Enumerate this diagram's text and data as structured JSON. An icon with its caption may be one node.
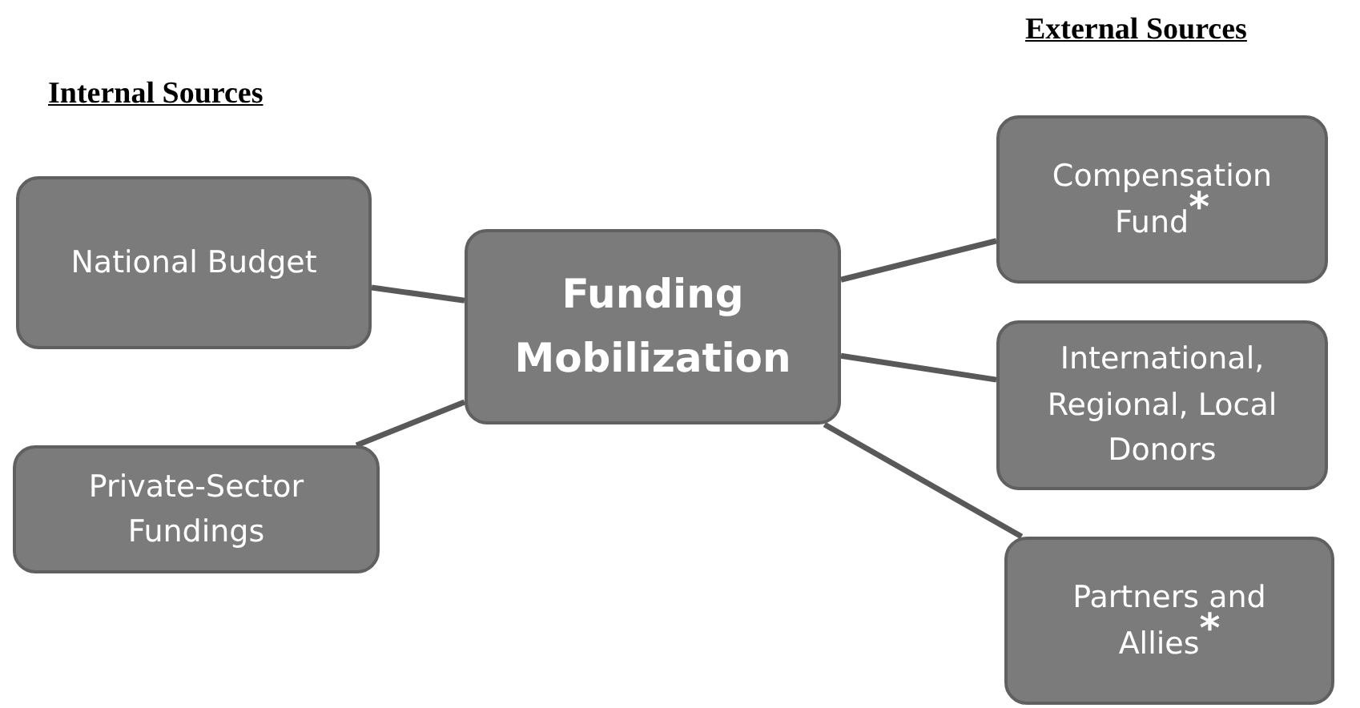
{
  "diagram": {
    "nodes": [
      {
        "text": [
          "National Budget"
        ]
      },
      {
        "text": [
          "Private-Sector Fundings"
        ]
      },
      {
        "text": [
          "Funding Mobilization"
        ]
      },
      {
        "text": [
          "Compensation Fund$^{*}$"
        ]
      },
      {
        "text": [
          "International, Regional, Local Donors"
        ]
      },
      {
        "text": [
          "Partners and Allies$^{*}$"
        ]
      }
    ],
    "edges": [
      {
        "from": 0,
        "to": 2,
        "arrow": "none"
      },
      {
        "from": 1,
        "to": 2,
        "arrow": "none"
      },
      {
        "from": 2,
        "to": 3,
        "arrow": "none"
      },
      {
        "from": 2,
        "to": 4,
        "arrow": "none"
      },
      {
        "from": 2,
        "to": 5,
        "arrow": "none"
      }
    ],
    "labels": [
      "External Sources",
      "Internal Sources"
    ]
  }
}
